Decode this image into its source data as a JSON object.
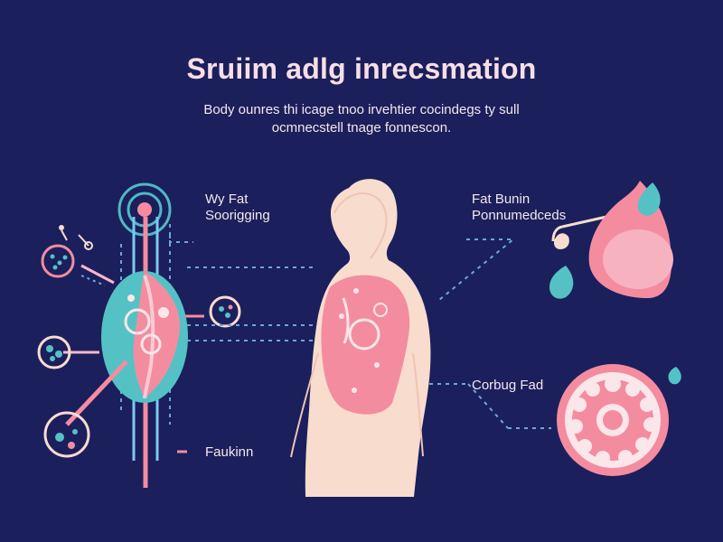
{
  "title": "Sruiim adlg inrecsmation",
  "subtitle": {
    "line1": "Body ounres thi icage tnoo irvehtier cocindegs ty sull",
    "line2": "ocmnecstell tnage fonnescon."
  },
  "labels": {
    "wy_fat": {
      "line1": "Wy Fat",
      "line2": "Soorigging"
    },
    "fat_burn": {
      "line1": "Fat Bunin",
      "line2": "Ponnumedceds"
    },
    "corbug_fad": {
      "line1": "Corbug Fad"
    },
    "faukinn": {
      "line1": "Faukinn"
    }
  },
  "colors": {
    "background": "#1b1f5c",
    "accent_pink": "#f48ca0",
    "accent_teal": "#54c2c5",
    "body_skin": "#f8dccd",
    "text": "#f4e8ec"
  }
}
